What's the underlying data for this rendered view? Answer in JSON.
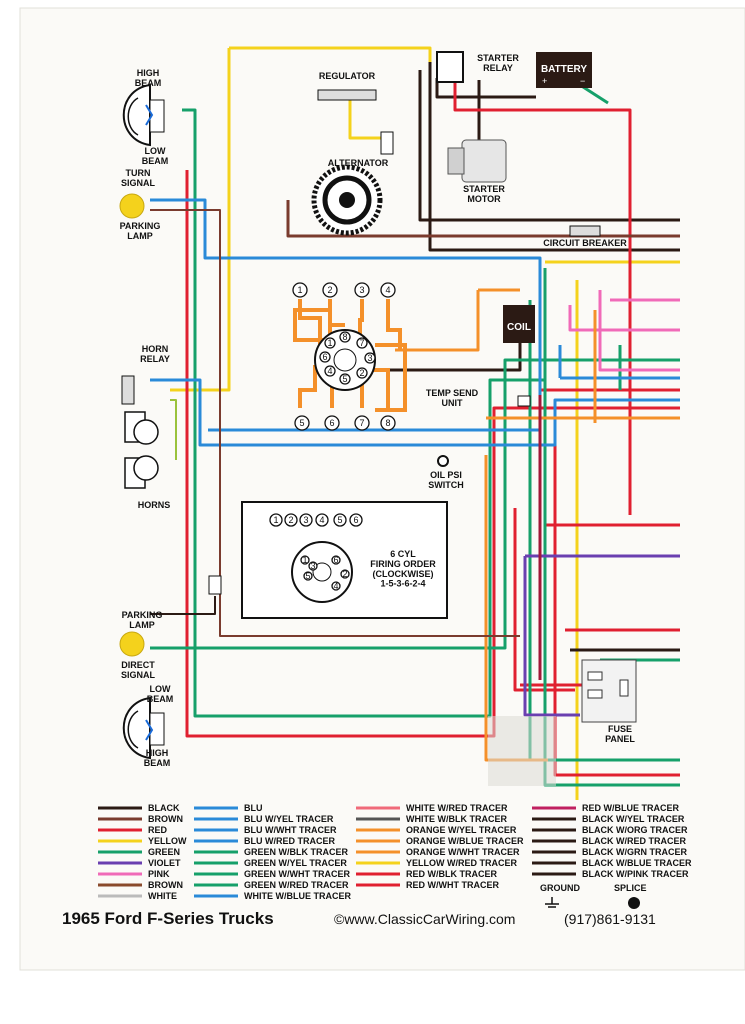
{
  "diagram": {
    "title": "1965 Ford F-Series Trucks",
    "website": "©www.ClassicCarWiring.com",
    "phone": "(917)861-9131",
    "components": {
      "high_beam_top": "HIGH\nBEAM",
      "low_beam_top": "LOW\nBEAM",
      "turn_signal": "TURN\nSIGNAL",
      "parking_lamp_top": "PARKING\nLAMP",
      "horn_relay": "HORN\nRELAY",
      "horns": "HORNS",
      "parking_lamp_bottom": "PARKING\nLAMP",
      "direct_signal": "DIRECT\nSIGNAL",
      "low_beam_bottom": "LOW\nBEAM",
      "high_beam_bottom": "HIGH\nBEAM",
      "regulator": "REGULATOR",
      "alternator": "ALTERNATOR",
      "starter_relay": "STARTER\nRELAY",
      "battery": "BATTERY",
      "starter_motor": "STARTER\nMOTOR",
      "circuit_breaker": "CIRCUIT BREAKER",
      "coil": "COIL",
      "temp_send_unit": "TEMP SEND\nUNIT",
      "oil_psi_switch": "OIL PSI\nSWITCH",
      "fuse_panel": "FUSE\nPANEL",
      "firing_order": "6 CYL\nFIRING ORDER\n(CLOCKWISE)\n1-5-3-6-2-4"
    },
    "v8_cap_numbers": [
      "1",
      "2",
      "3",
      "4",
      "5",
      "6",
      "7",
      "8"
    ],
    "v8_distributor_numbers": [
      "8",
      "7",
      "3",
      "2",
      "5",
      "4",
      "6",
      "1"
    ],
    "i6_cap_numbers": [
      "1",
      "2",
      "3",
      "4",
      "5",
      "6"
    ],
    "i6_distributor_numbers": [
      "1",
      "5",
      "3",
      "6",
      "2",
      "4"
    ]
  },
  "legend": {
    "col1": [
      {
        "label": "BLACK",
        "color": "#2b1a14"
      },
      {
        "label": "BROWN",
        "color": "#7a3b2e"
      },
      {
        "label": "RED",
        "color": "#e02030"
      },
      {
        "label": "YELLOW",
        "color": "#f4d21c"
      },
      {
        "label": "GREEN",
        "color": "#16a06a"
      },
      {
        "label": "VIOLET",
        "color": "#6a3fb0"
      },
      {
        "label": "PINK",
        "color": "#f06ab8"
      },
      {
        "label": "BROWN",
        "color": "#8a4a2c"
      },
      {
        "label": "WHITE",
        "color": "#bbbbbb"
      }
    ],
    "col2": [
      {
        "label": "BLU",
        "color": "#2a8ad8"
      },
      {
        "label": "BLU W/YEL TRACER",
        "color": "#2a8ad8"
      },
      {
        "label": "BLU W/WHT TRACER",
        "color": "#2a8ad8"
      },
      {
        "label": "BLU W/RED TRACER",
        "color": "#2a8ad8"
      },
      {
        "label": "GREEN W/BLK TRACER",
        "color": "#16a06a"
      },
      {
        "label": "GREEN W/YEL TRACER",
        "color": "#16a06a"
      },
      {
        "label": "GREEN W/WHT TRACER",
        "color": "#16a06a"
      },
      {
        "label": "GREEN W/RED TRACER",
        "color": "#16a06a"
      },
      {
        "label": "WHITE W/BLUE TRACER",
        "color": "#2a8ad8"
      }
    ],
    "col3": [
      {
        "label": "WHITE W/RED TRACER",
        "color": "#f06a7a"
      },
      {
        "label": "WHITE W/BLK TRACER",
        "color": "#555555"
      },
      {
        "label": "ORANGE W/YEL TRACER",
        "color": "#f4902a"
      },
      {
        "label": "ORANGE W/BLUE TRACER",
        "color": "#f4902a"
      },
      {
        "label": "ORANGE W/WHT TRACER",
        "color": "#f4902a"
      },
      {
        "label": "YELLOW W/RED TRACER",
        "color": "#f4d21c"
      },
      {
        "label": "RED W/BLK TRACER",
        "color": "#e02030"
      },
      {
        "label": "RED W/WHT TRACER",
        "color": "#e02030"
      }
    ],
    "col4": [
      {
        "label": "RED W/BLUE TRACER",
        "color": "#c02060"
      },
      {
        "label": "BLACK W/YEL TRACER",
        "color": "#2b1a14"
      },
      {
        "label": "BLACK W/ORG TRACER",
        "color": "#2b1a14"
      },
      {
        "label": "BLACK W/RED TRACER",
        "color": "#2b1a14"
      },
      {
        "label": "BLACK W/GRN TRACER",
        "color": "#2b1a14"
      },
      {
        "label": "BLACK W/BLUE TRACER",
        "color": "#2b1a14"
      },
      {
        "label": "BLACK W/PINK TRACER",
        "color": "#2b1a14"
      }
    ],
    "ground": "GROUND",
    "splice": "SPLICE"
  }
}
